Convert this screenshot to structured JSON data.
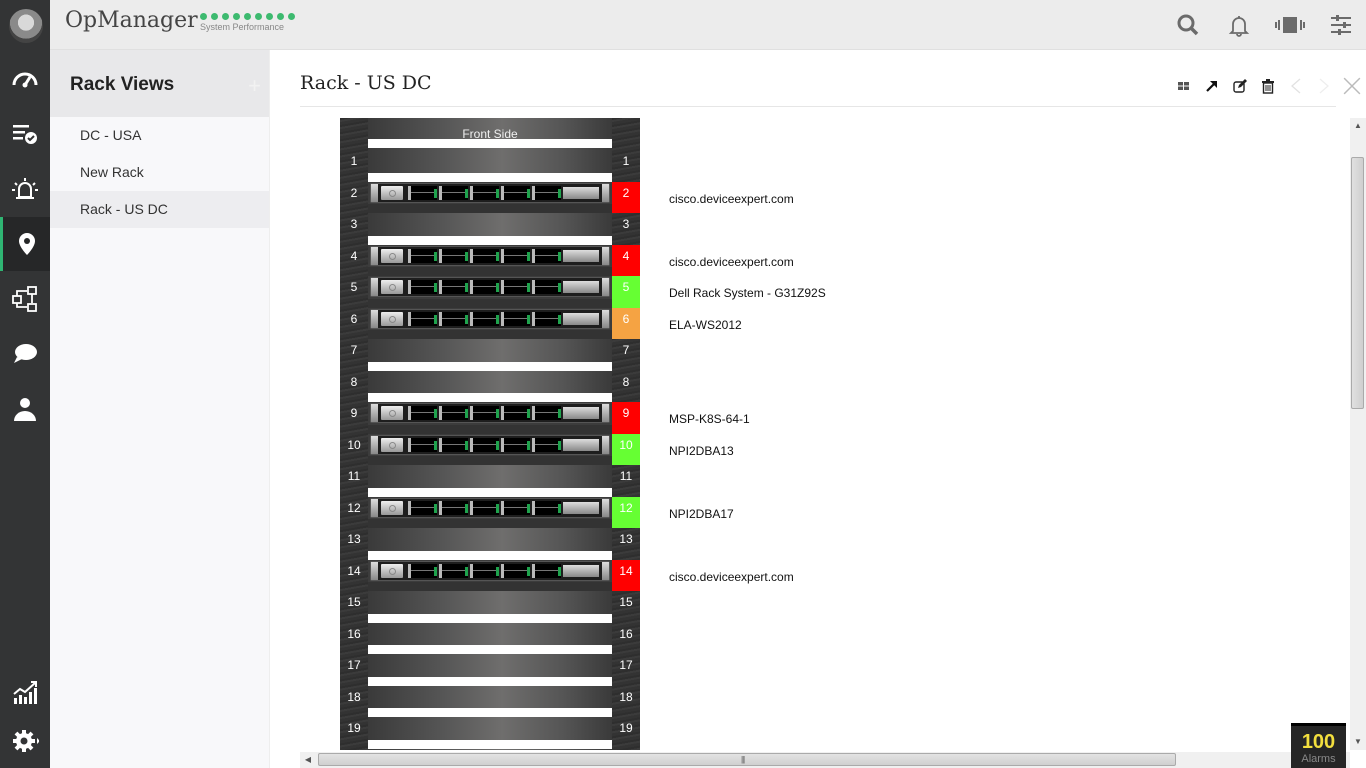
{
  "app": {
    "title": "OpManager",
    "performance_label": "System Performance",
    "performance_dot_count": 9,
    "accent": "#2fb573"
  },
  "rail": {
    "items": [
      {
        "name": "dashboard",
        "icon": "speedometer-icon"
      },
      {
        "name": "inventory",
        "icon": "checklist-icon"
      },
      {
        "name": "alarms",
        "icon": "siren-icon"
      },
      {
        "name": "maps",
        "icon": "map-pin-icon",
        "active": true
      },
      {
        "name": "workflow",
        "icon": "workflow-icon"
      },
      {
        "name": "chat",
        "icon": "chat-icon"
      },
      {
        "name": "users",
        "icon": "user-icon"
      },
      {
        "name": "reports",
        "icon": "chart-icon"
      },
      {
        "name": "settings",
        "icon": "gear-icon"
      }
    ]
  },
  "topbar": {
    "icons": [
      "search-icon",
      "bell-icon",
      "device-icon",
      "sliders-icon"
    ]
  },
  "panel": {
    "title": "Rack Views",
    "add_label": "+",
    "items": [
      {
        "label": "DC - USA"
      },
      {
        "label": "New Rack"
      },
      {
        "label": "Rack - US DC",
        "active": true
      }
    ]
  },
  "main": {
    "title": "Rack - US DC",
    "tools": [
      "grid-icon",
      "expand-icon",
      "edit-icon",
      "delete-icon",
      "prev-icon",
      "next-icon",
      "close-icon"
    ]
  },
  "rack": {
    "side_label": "Front Side",
    "status_colors": {
      "critical": "#ff0000",
      "clear": "#66ff33",
      "attention": "#f5a343"
    },
    "units": [
      {
        "u": "1"
      },
      {
        "u": "2",
        "device": "cisco.deviceexpert.com",
        "status": "critical"
      },
      {
        "u": "3"
      },
      {
        "u": "4",
        "device": "cisco.deviceexpert.com",
        "status": "critical"
      },
      {
        "u": "5",
        "device": "Dell Rack System - G31Z92S",
        "status": "clear"
      },
      {
        "u": "6",
        "device": "ELA-WS2012",
        "status": "attention"
      },
      {
        "u": "7"
      },
      {
        "u": "8"
      },
      {
        "u": "9",
        "device": "MSP-K8S-64-1",
        "status": "critical"
      },
      {
        "u": "10",
        "device": "NPI2DBA13",
        "status": "clear"
      },
      {
        "u": "11"
      },
      {
        "u": "12",
        "device": "NPI2DBA17",
        "status": "clear"
      },
      {
        "u": "13"
      },
      {
        "u": "14",
        "device": "cisco.deviceexpert.com",
        "status": "critical"
      },
      {
        "u": "15"
      },
      {
        "u": "16"
      },
      {
        "u": "17"
      },
      {
        "u": "18"
      },
      {
        "u": "19"
      }
    ]
  },
  "alarms": {
    "count": "100",
    "label": "Alarms"
  }
}
